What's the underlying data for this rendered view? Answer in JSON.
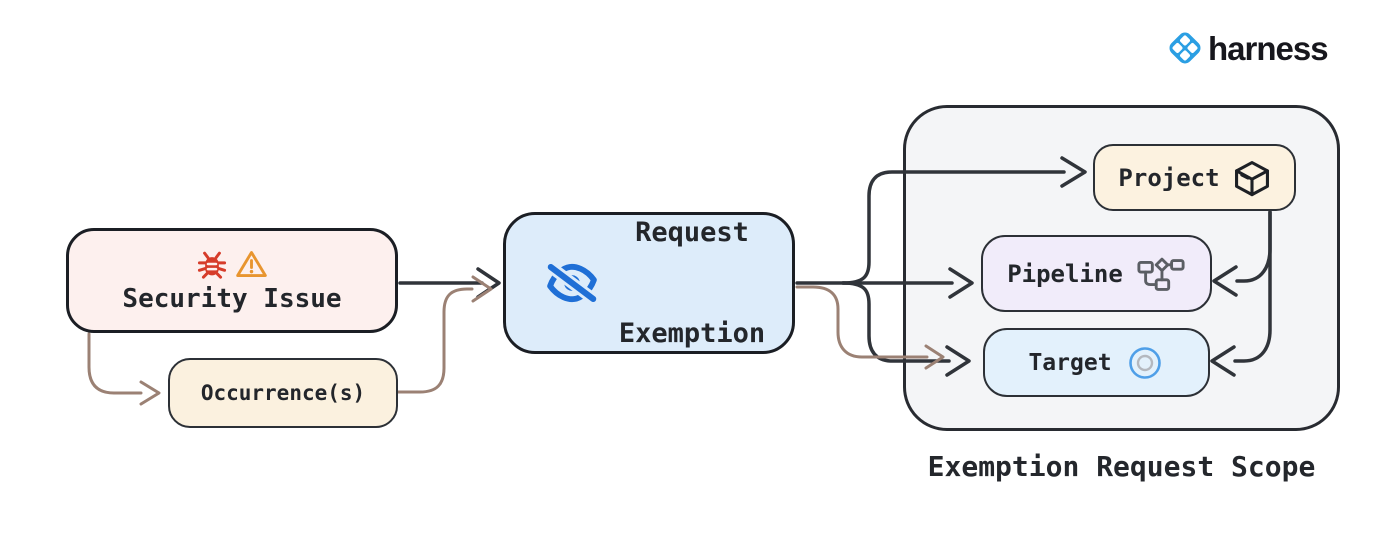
{
  "brand": {
    "name": "harness",
    "logo_icon": "harness-diamond-icon",
    "logo_color": "#2b9fe3",
    "text_color": "#17171d"
  },
  "nodes": {
    "security_issue": {
      "label": "Security Issue",
      "icons": [
        "bug-icon",
        "warning-icon"
      ],
      "fill": "#fdf0ee"
    },
    "occurrences": {
      "label": "Occurrence(s)",
      "fill": "#fbf1df"
    },
    "request_exemption": {
      "label_line1": "Request",
      "label_line2": "Exemption",
      "icon": "eye-off-icon",
      "fill": "#ddecfa"
    },
    "project": {
      "label": "Project",
      "icon": "package-icon",
      "fill": "#fcf2e0"
    },
    "pipeline": {
      "label": "Pipeline",
      "icon": "pipeline-icon",
      "fill": "#f1ecfa"
    },
    "target": {
      "label": "Target",
      "icon": "target-icon",
      "fill": "#e3f1fc"
    }
  },
  "scope": {
    "label": "Exemption Request Scope",
    "fill": "#f4f5f7"
  },
  "edges": [
    {
      "from": "security_issue",
      "to": "request_exemption",
      "color": "dark"
    },
    {
      "from": "security_issue",
      "to": "occurrences",
      "color": "brown"
    },
    {
      "from": "occurrences",
      "to": "request_exemption",
      "color": "brown"
    },
    {
      "from": "request_exemption",
      "to": "project",
      "color": "dark"
    },
    {
      "from": "request_exemption",
      "to": "pipeline",
      "color": "dark"
    },
    {
      "from": "request_exemption",
      "to": "target",
      "color": "dark"
    },
    {
      "from": "request_exemption",
      "to": "target",
      "color": "brown"
    },
    {
      "from": "project",
      "to": "pipeline",
      "color": "dark"
    },
    {
      "from": "project",
      "to": "target",
      "color": "dark"
    }
  ],
  "palette": {
    "line_dark": "#30343a",
    "line_brown": "#9b8174",
    "bug_red": "#d63c2a",
    "warning_orange": "#e8952f",
    "eye_blue": "#1f6fd6",
    "target_blue": "#4f9fe8",
    "target_gray": "#b4b8bf",
    "pipeline_gray": "#5b5e64",
    "cube_dark": "#1d2025"
  }
}
